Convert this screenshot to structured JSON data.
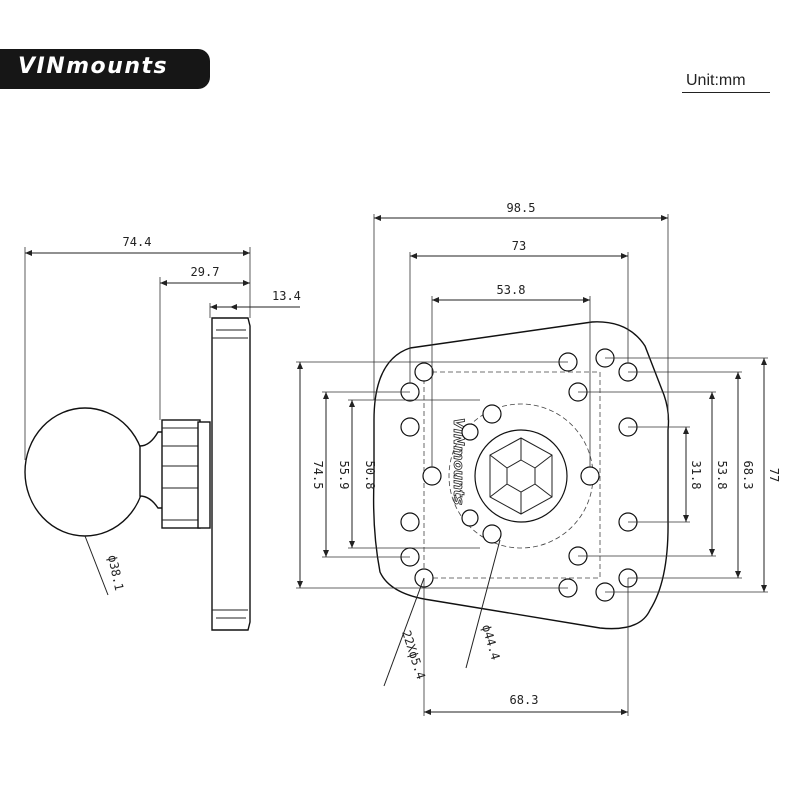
{
  "brand": {
    "logo_text": "VINmounts"
  },
  "unit_label": "Unit:mm",
  "side_view": {
    "dims": [
      "74.4",
      "29.7",
      "13.4"
    ],
    "ball_diameter": "ϕ38.1"
  },
  "front_view": {
    "dims_top": [
      "98.5",
      "73",
      "53.8"
    ],
    "dims_left": [
      "74.5",
      "55.9",
      "50.8"
    ],
    "dims_right": [
      "31.8",
      "53.8",
      "68.3",
      "77"
    ],
    "dim_bottom": "68.3",
    "hole_callout": "22Xϕ5.4",
    "bore_callout": "ϕ44.4",
    "embossed_text": "VINmounts"
  },
  "colors": {
    "ink": "#222222",
    "badge": "#161616"
  }
}
